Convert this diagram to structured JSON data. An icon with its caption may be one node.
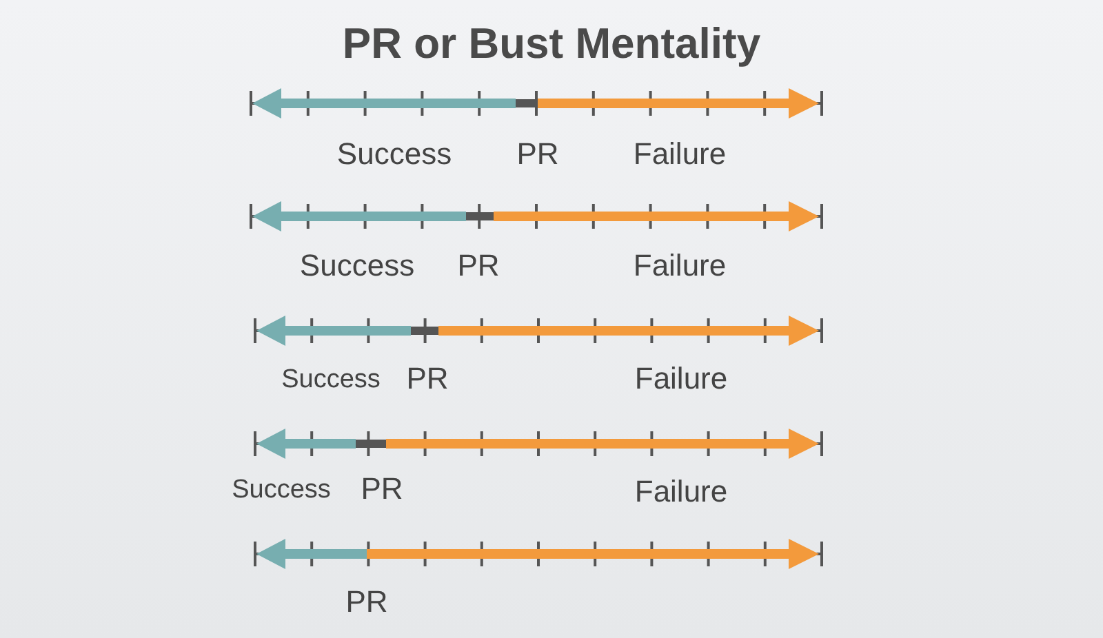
{
  "diagram": {
    "title": "PR or Bust Mentality",
    "labels": [
      "Success",
      "PR",
      "Failure",
      "Success",
      "PR",
      "Failure",
      "Success",
      "PR",
      "Failure",
      "Success",
      "PR",
      "Failure",
      "PR"
    ]
  }
}
